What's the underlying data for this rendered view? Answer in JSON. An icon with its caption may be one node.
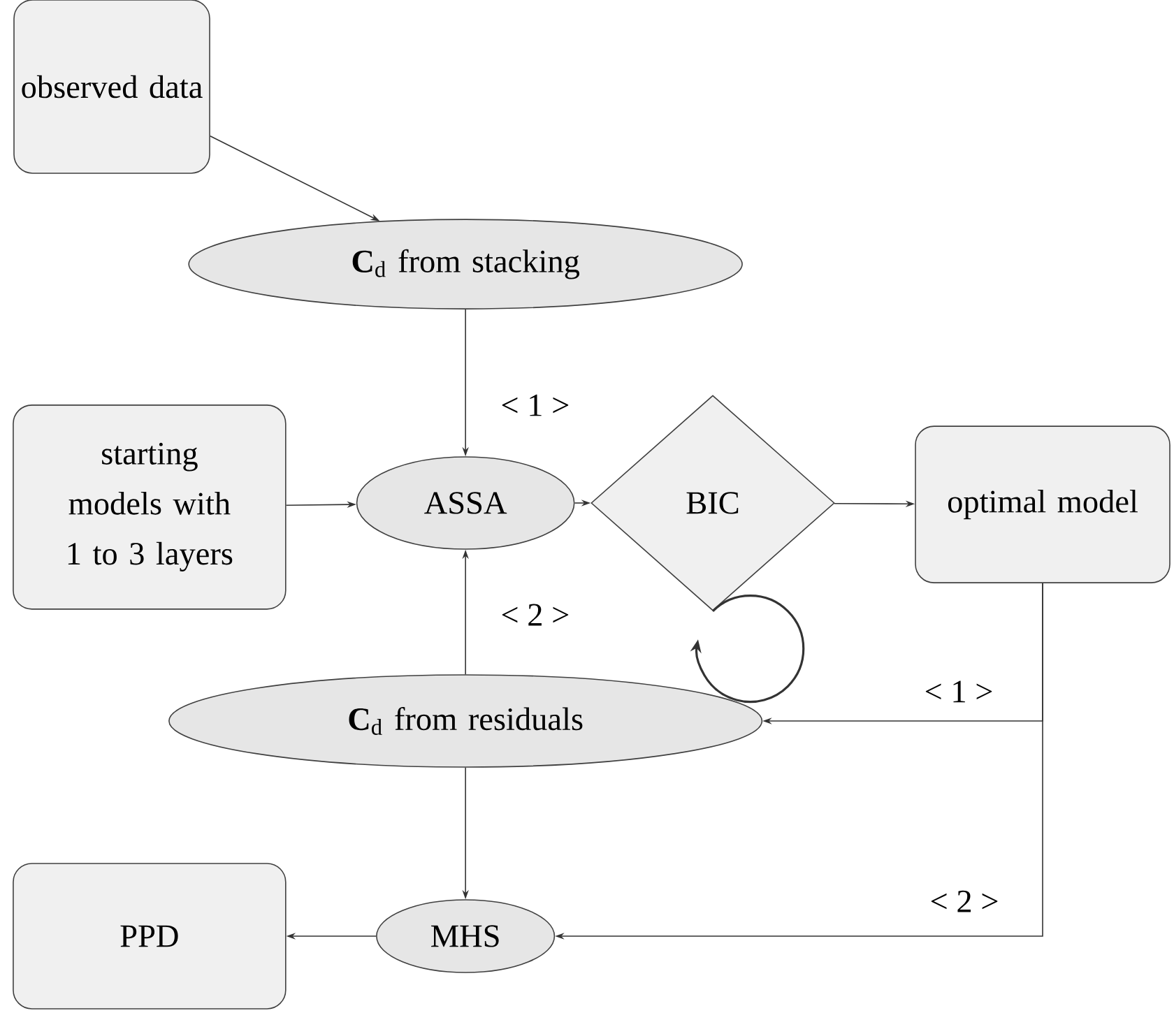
{
  "diagram": {
    "nodes": [
      {
        "text": [
          "observed data"
        ]
      },
      {
        "text": [
          "**C**$_{d}$ from stacking"
        ]
      },
      {
        "text": [
          "starting models with 1 to 3 layers"
        ]
      },
      {
        "text": [
          "ASSA"
        ]
      },
      {
        "text": [
          "BIC"
        ]
      },
      {
        "text": [
          "optimal model"
        ]
      },
      {
        "text": [
          "**C**$_{d}$ from residuals"
        ]
      },
      {
        "text": [
          "MHS"
        ]
      },
      {
        "text": [
          "PPD"
        ]
      }
    ],
    "edges": [
      {
        "from": 0,
        "to": 1,
        "arrow": "to"
      },
      {
        "from": 1,
        "to": 3,
        "arrow": "to",
        "label": "< 1 >"
      },
      {
        "from": 2,
        "to": 3,
        "arrow": "to"
      },
      {
        "from": 6,
        "to": 3,
        "arrow": "to",
        "label": "< 2 >"
      },
      {
        "from": 3,
        "to": 4,
        "arrow": "to"
      },
      {
        "from": 4,
        "to": 5,
        "arrow": "to"
      },
      {
        "from": 4,
        "to": 4,
        "arrow": "to"
      },
      {
        "from": 5,
        "to": 6,
        "arrow": "to",
        "label": "< 1 >"
      },
      {
        "from": 5,
        "to": 7,
        "arrow": "to",
        "label": "< 2 >"
      },
      {
        "from": 6,
        "to": 7,
        "arrow": "to"
      },
      {
        "from": 7,
        "to": 8,
        "arrow": "to"
      }
    ]
  }
}
